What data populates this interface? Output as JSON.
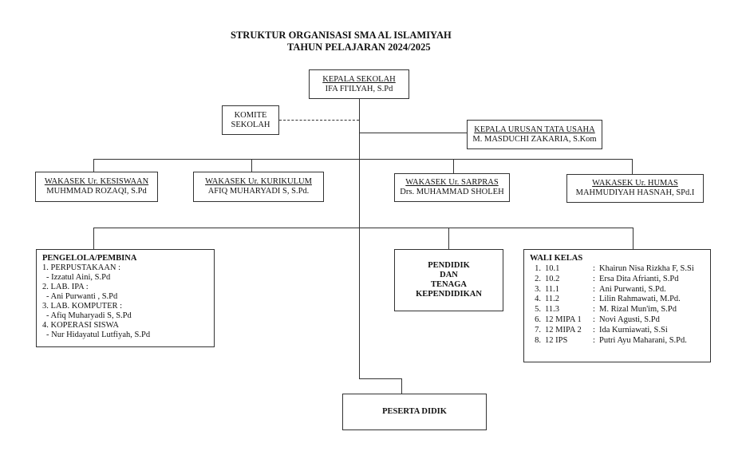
{
  "title": {
    "line1": "STRUKTUR ORGANISASI SMA AL ISLAMIYAH",
    "line2": "TAHUN PELAJARAN 2024/2025"
  },
  "kepala_sekolah": {
    "role": "KEPALA SEKOLAH",
    "name": "IFA FI'ILYAH, S.Pd"
  },
  "komite": {
    "line1": "KOMITE",
    "line2": "SEKOLAH"
  },
  "tata_usaha": {
    "role": "KEPALA URUSAN TATA USAHA",
    "name": "M. MASDUCHI ZAKARIA, S.Kom"
  },
  "wakasek": [
    {
      "role": "WAKASEK Ur. KESISWAAN",
      "name": "MUHMMAD ROZAQI, S.Pd"
    },
    {
      "role": "WAKASEK Ur. KURIKULUM",
      "name": "AFIQ MUHARYADI S, S.Pd."
    },
    {
      "role": "WAKASEK Ur. SARPRAS",
      "name": "Drs. MUHAMMAD SHOLEH"
    },
    {
      "role": "WAKASEK Ur. HUMAS",
      "name": "MAHMUDIYAH HASNAH, SPd.I"
    }
  ],
  "pengelola": {
    "heading": "PENGELOLA/PEMBINA",
    "items": [
      {
        "label": "1. PERPUSTAKAAN :",
        "person": "-  Izzatul Aini, S.Pd"
      },
      {
        "label": "2. LAB. IPA :",
        "person": "-  Ani Purwanti , S.Pd"
      },
      {
        "label": "3. LAB. KOMPUTER :",
        "person": "-  Afiq Muharyadi S, S.Pd"
      },
      {
        "label": "4. KOPERASI SISWA",
        "person": "-  Nur Hidayatul Lutfiyah, S.Pd"
      }
    ]
  },
  "ptk": {
    "lines": [
      "PENDIDIK",
      "DAN",
      "TENAGA",
      "KEPENDIDIKAN"
    ]
  },
  "wali_kelas": {
    "heading": "WALI KELAS",
    "rows": [
      {
        "no": "1.",
        "kelas": "10.1",
        "sep": ":",
        "name": "Khairun Nisa Rizkha F, S.Si"
      },
      {
        "no": "2.",
        "kelas": "10.2",
        "sep": ":",
        "name": "Ersa Dita Afrianti, S.Pd"
      },
      {
        "no": "3.",
        "kelas": "11.1",
        "sep": ":",
        "name": "Ani Purwanti, S.Pd."
      },
      {
        "no": "4.",
        "kelas": "11.2",
        "sep": ":",
        "name": "Lilin Rahmawati, M.Pd."
      },
      {
        "no": "5.",
        "kelas": "11.3",
        "sep": ":",
        "name": "M. Rizal Mun'im, S.Pd"
      },
      {
        "no": "6.",
        "kelas": "12 MIPA 1",
        "sep": ":",
        "name": "Novi Agusti, S.Pd"
      },
      {
        "no": "7.",
        "kelas": "12 MIPA 2",
        "sep": ":",
        "name": "Ida Kurniawati, S.Si"
      },
      {
        "no": "8.",
        "kelas": "12 IPS",
        "sep": ":",
        "name": "Putri Ayu Maharani, S.Pd."
      }
    ]
  },
  "peserta_didik": {
    "label": "PESERTA DIDIK"
  }
}
